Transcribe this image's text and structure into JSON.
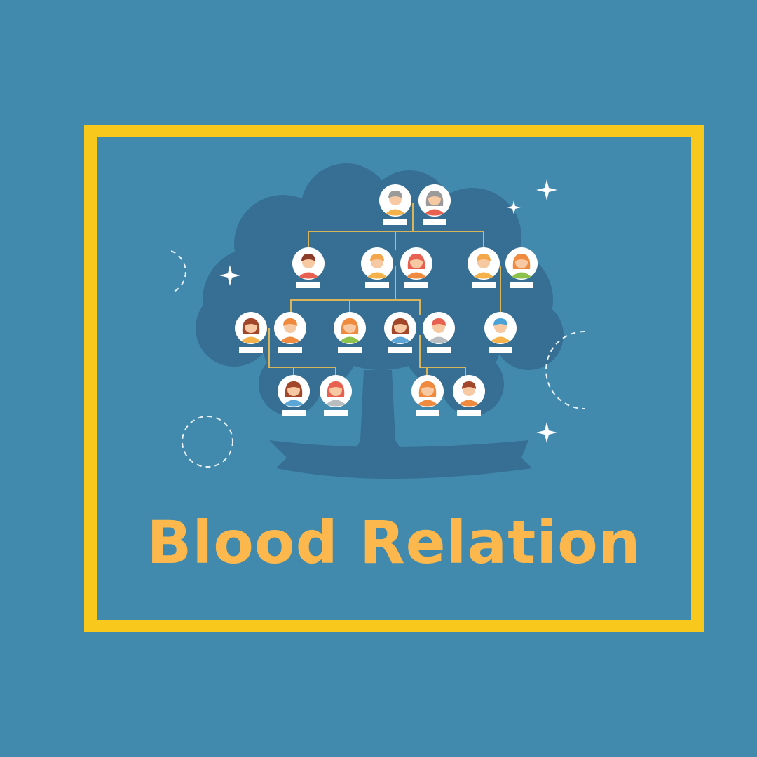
{
  "title": "Blood Relation",
  "colors": {
    "background": "#418aad",
    "frame": "#f8c81c",
    "title": "#fcb84d",
    "tree": "#366f93"
  },
  "illustration": {
    "icon": "family-tree-icon",
    "members": [
      {
        "generation": 1,
        "gender": "male",
        "hair": "gray",
        "shirt": "#f5b14a"
      },
      {
        "generation": 1,
        "gender": "female",
        "hair": "gray",
        "shirt": "#e8604f"
      },
      {
        "generation": 2,
        "gender": "male",
        "hair": "#8b3d2a",
        "shirt": "#e8604f"
      },
      {
        "generation": 2,
        "gender": "male",
        "hair": "#f4a64a",
        "shirt": "#f5b14a"
      },
      {
        "generation": 2,
        "gender": "female",
        "hair": "#e8604f",
        "shirt": "#f08a3e"
      },
      {
        "generation": 2,
        "gender": "male",
        "hair": "#f4a64a",
        "shirt": "#f5b14a"
      },
      {
        "generation": 2,
        "gender": "female",
        "hair": "#f08a3e",
        "shirt": "#8dc24a"
      },
      {
        "generation": 3,
        "gender": "female",
        "hair": "#a3472b",
        "shirt": "#f5b14a"
      },
      {
        "generation": 3,
        "gender": "male",
        "hair": "#f08a3e",
        "shirt": "#f08a3e"
      },
      {
        "generation": 3,
        "gender": "female",
        "hair": "#f08a3e",
        "shirt": "#8dc24a"
      },
      {
        "generation": 3,
        "gender": "female",
        "hair": "#a3472b",
        "shirt": "#5ba6d6"
      },
      {
        "generation": 3,
        "gender": "male",
        "hair": "#e8604f",
        "shirt": "#b9bdc0"
      },
      {
        "generation": 3,
        "gender": "male",
        "hair": "#4aa3d6",
        "shirt": "#f5b14a"
      },
      {
        "generation": 4,
        "gender": "female",
        "hair": "#a3472b",
        "shirt": "#5ba6d6"
      },
      {
        "generation": 4,
        "gender": "female",
        "hair": "#e8604f",
        "shirt": "#b9bdc0"
      },
      {
        "generation": 4,
        "gender": "female",
        "hair": "#f08a3e",
        "shirt": "#f08a3e"
      },
      {
        "generation": 4,
        "gender": "male",
        "hair": "#a3472b",
        "shirt": "#f08a3e"
      }
    ]
  }
}
